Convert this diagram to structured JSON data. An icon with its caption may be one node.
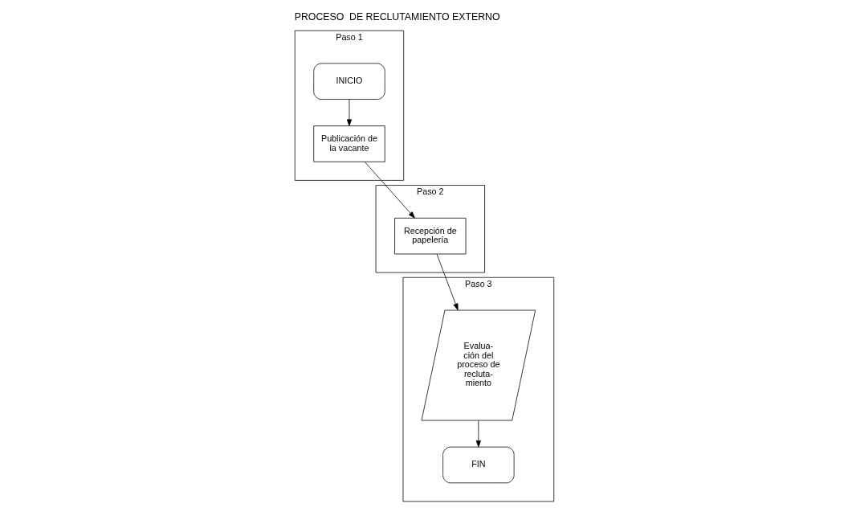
{
  "diagram": {
    "title": "PROCESO  DE RECLUTAMIENTO EXTERNO",
    "nodes": [
      {
        "text": [
          "Paso 1"
        ]
      },
      {
        "text": [
          "INICIO"
        ],
        "in": 0
      },
      {
        "text": [
          "Publicación de la vacante"
        ],
        "in": 0
      },
      {
        "text": [
          "Paso 2"
        ]
      },
      {
        "text": [
          "Recepción de papelería"
        ],
        "in": 3
      },
      {
        "text": [
          "Paso 3"
        ]
      },
      {
        "text": [
          "Evalua- ción del proceso de recluta- miento"
        ],
        "in": 5
      },
      {
        "text": [
          "FIN"
        ],
        "in": 5
      }
    ],
    "edges": [
      {
        "from": 1,
        "to": 2,
        "arrow": "to"
      },
      {
        "from": 2,
        "to": 4,
        "arrow": "to"
      },
      {
        "from": 4,
        "to": 6,
        "arrow": "to"
      },
      {
        "from": 6,
        "to": 7,
        "arrow": "to"
      }
    ]
  }
}
